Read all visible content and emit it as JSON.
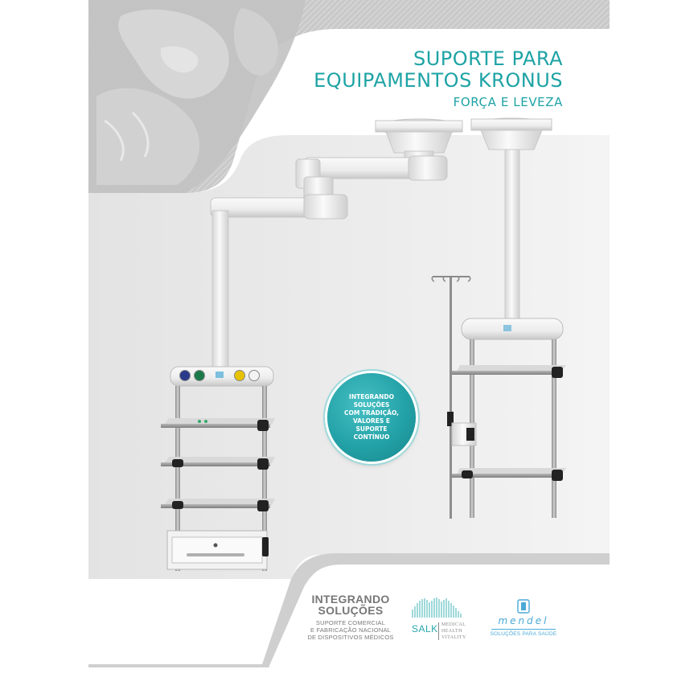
{
  "header": {
    "title_line1": "SUPORTE PARA",
    "title_line2": "EQUIPAMENTOS KRONUS",
    "subtitle": "FORÇA E LEVEZA"
  },
  "badge": {
    "lines": [
      "INTEGRANDO",
      "SOLUÇÕES",
      "COM TRADIÇÃO,",
      "VALORES E",
      "SUPORTE",
      "CONTÍNUO"
    ]
  },
  "footer": {
    "title_line1": "INTEGRANDO",
    "title_line2": "SOLUÇÕES",
    "desc_line1": "SUPORTE COMERCIAL",
    "desc_line2": "E FABRICAÇÃO NACIONAL",
    "desc_line3": "DE DISPOSITIVOS MÉDICOS"
  },
  "logos": {
    "salk": {
      "name": "SALK",
      "tag1": "MEDICAL",
      "tag2": "HEALTH",
      "tag3": "VITALITY"
    },
    "mendel": {
      "name": "mendel",
      "tagline": "SOLUÇÕES PARA SAÚDE"
    }
  },
  "device_labels": {
    "brand_mark": "mendel"
  },
  "colors": {
    "accent": "#1ea3a5",
    "mendel_blue": "#4aa9d6",
    "gray_band": "#c8c8c8",
    "bg_gray": "#ececec"
  },
  "icons": [
    "surgeon-photo",
    "pendant-arm",
    "iv-pole",
    "salk-wave-logo-icon",
    "mendel-logo-icon"
  ]
}
